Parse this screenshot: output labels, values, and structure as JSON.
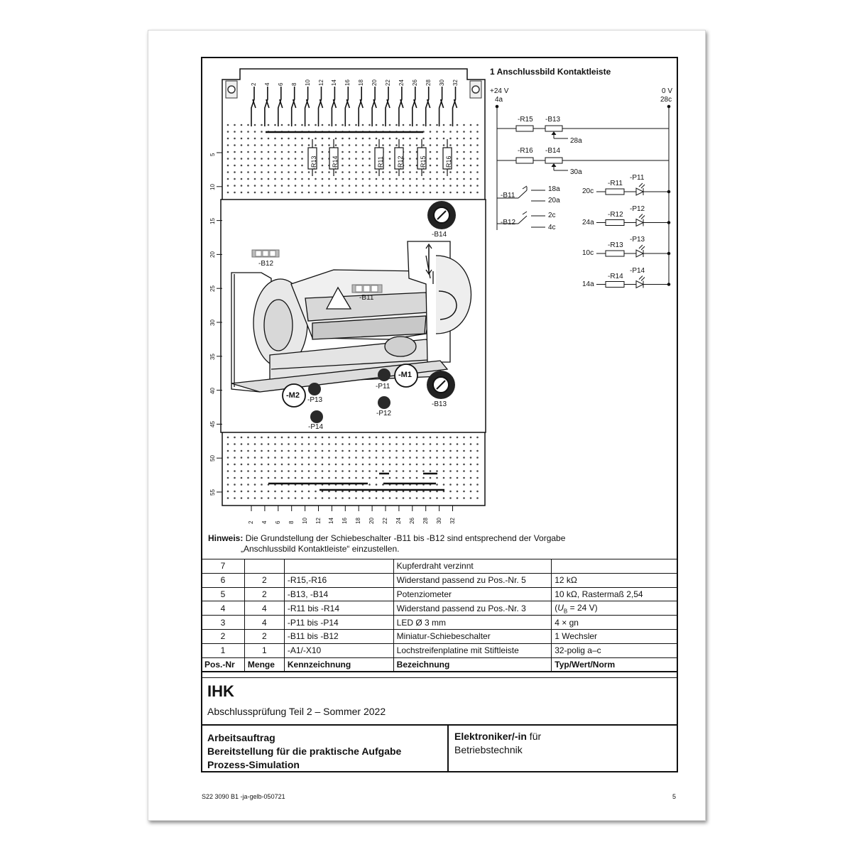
{
  "diagram": {
    "title": "1 Anschlussbild Kontaktleiste",
    "supply_pos": "+24 V",
    "supply_pos_pin": "4a",
    "supply_neg": "0 V",
    "supply_neg_pin": "28c",
    "rows": [
      {
        "parts": [
          "-R15",
          "-B13"
        ],
        "pin": "28a"
      },
      {
        "parts": [
          "-R16",
          "-B14"
        ],
        "pin": "30a"
      }
    ],
    "switches": [
      {
        "name": "-B11",
        "pins": [
          "18a",
          "20a"
        ]
      },
      {
        "name": "-B12",
        "pins": [
          "2c",
          "4c"
        ]
      }
    ],
    "led_branches": [
      {
        "pin": "20c",
        "resistor": "-R11",
        "led": "-P11"
      },
      {
        "pin": "24a",
        "resistor": "-R12",
        "led": "-P12"
      },
      {
        "pin": "10c",
        "resistor": "-R13",
        "led": "-P13"
      },
      {
        "pin": "14a",
        "resistor": "-R14",
        "led": "-P14"
      }
    ]
  },
  "board": {
    "column_labels": [
      "2",
      "4",
      "6",
      "8",
      "10",
      "12",
      "14",
      "16",
      "18",
      "20",
      "22",
      "24",
      "26",
      "28",
      "30",
      "32"
    ],
    "row_labels": [
      "5",
      "10",
      "15",
      "20",
      "25",
      "30",
      "35",
      "40",
      "45",
      "50",
      "55"
    ],
    "resistor_labels": [
      "-R13",
      "-R14",
      "-R11",
      "-R12",
      "-R15",
      "-R16"
    ],
    "device_labels": {
      "b14": "-B14",
      "b13": "-B13",
      "b12": "-B12",
      "b11": "-B11",
      "m1": "-M1",
      "m2": "-M2",
      "p11": "-P11",
      "p12": "-P12",
      "p13": "-P13",
      "p14": "-P14"
    }
  },
  "note": {
    "label": "Hinweis:",
    "line1": "Die Grundstellung der Schiebeschalter -B11 bis -B12 sind entsprechend der Vorgabe",
    "line2": "„Anschlussbild Kontaktleiste“ einzustellen."
  },
  "parts_table": {
    "rows": [
      {
        "pos": "7",
        "menge": "",
        "kennz": "",
        "bez": "Kupferdraht verzinnt",
        "typ": ""
      },
      {
        "pos": "6",
        "menge": "2",
        "kennz": "-R15,-R16",
        "bez": "Widerstand passend zu Pos.-Nr. 5",
        "typ": "12 kΩ"
      },
      {
        "pos": "5",
        "menge": "2",
        "kennz": "-B13, -B14",
        "bez": "Potenziometer",
        "typ": "10 kΩ, Rastermaß 2,54"
      },
      {
        "pos": "4",
        "menge": "4",
        "kennz": "-R11 bis -R14",
        "bez": "Widerstand passend zu Pos.-Nr. 3",
        "typ": "(UB = 24 V)"
      },
      {
        "pos": "3",
        "menge": "4",
        "kennz": "-P11 bis -P14",
        "bez": "LED Ø 3 mm",
        "typ": "4 × gn"
      },
      {
        "pos": "2",
        "menge": "2",
        "kennz": "-B11 bis -B12",
        "bez": "Miniatur-Schiebeschalter",
        "typ": "1 Wechsler"
      },
      {
        "pos": "1",
        "menge": "1",
        "kennz": "-A1/-X10",
        "bez": "Lochstreifenplatine mit Stiftleiste",
        "typ": "32-polig a–c"
      }
    ],
    "header": {
      "pos": "Pos.-Nr",
      "menge": "Menge",
      "kennz": "Kennzeichnung",
      "bez": "Bezeichnung",
      "typ": "Typ/Wert/Norm"
    }
  },
  "title_block": {
    "org": "IHK",
    "exam": "Abschlussprüfung Teil 2 – Sommer 2022",
    "task_line1": "Arbeitsauftrag",
    "task_line2": "Bereitstellung für die praktische Aufgabe",
    "task_line3": "Prozess-Simulation",
    "job_bold": "Elektroniker/-in",
    "job_suffix": " für",
    "job_line2": "Betriebstechnik"
  },
  "footer": {
    "code": "S22 3090 B1 -ja-gelb-050721",
    "page": "5"
  }
}
